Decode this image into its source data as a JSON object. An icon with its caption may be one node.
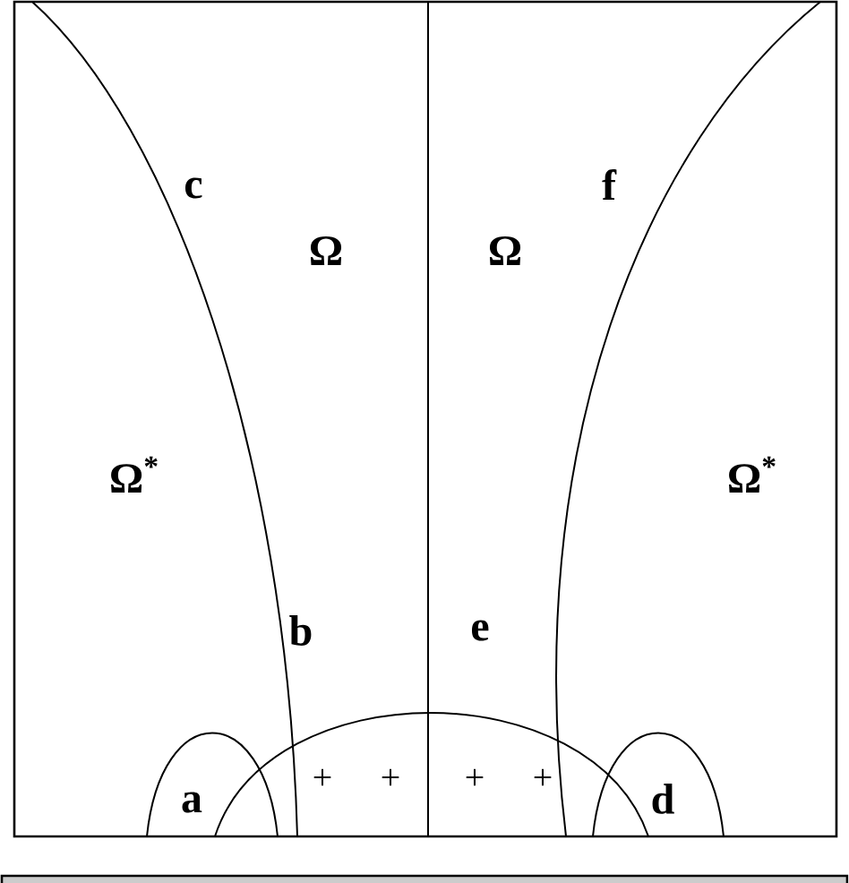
{
  "diagram": {
    "labels": [
      "c",
      "f",
      "Ω",
      "Ω",
      "Ω$^{*}$",
      "Ω$^{*}$",
      "b",
      "e",
      "+",
      "+",
      "+",
      "+",
      "a",
      "d"
    ]
  }
}
